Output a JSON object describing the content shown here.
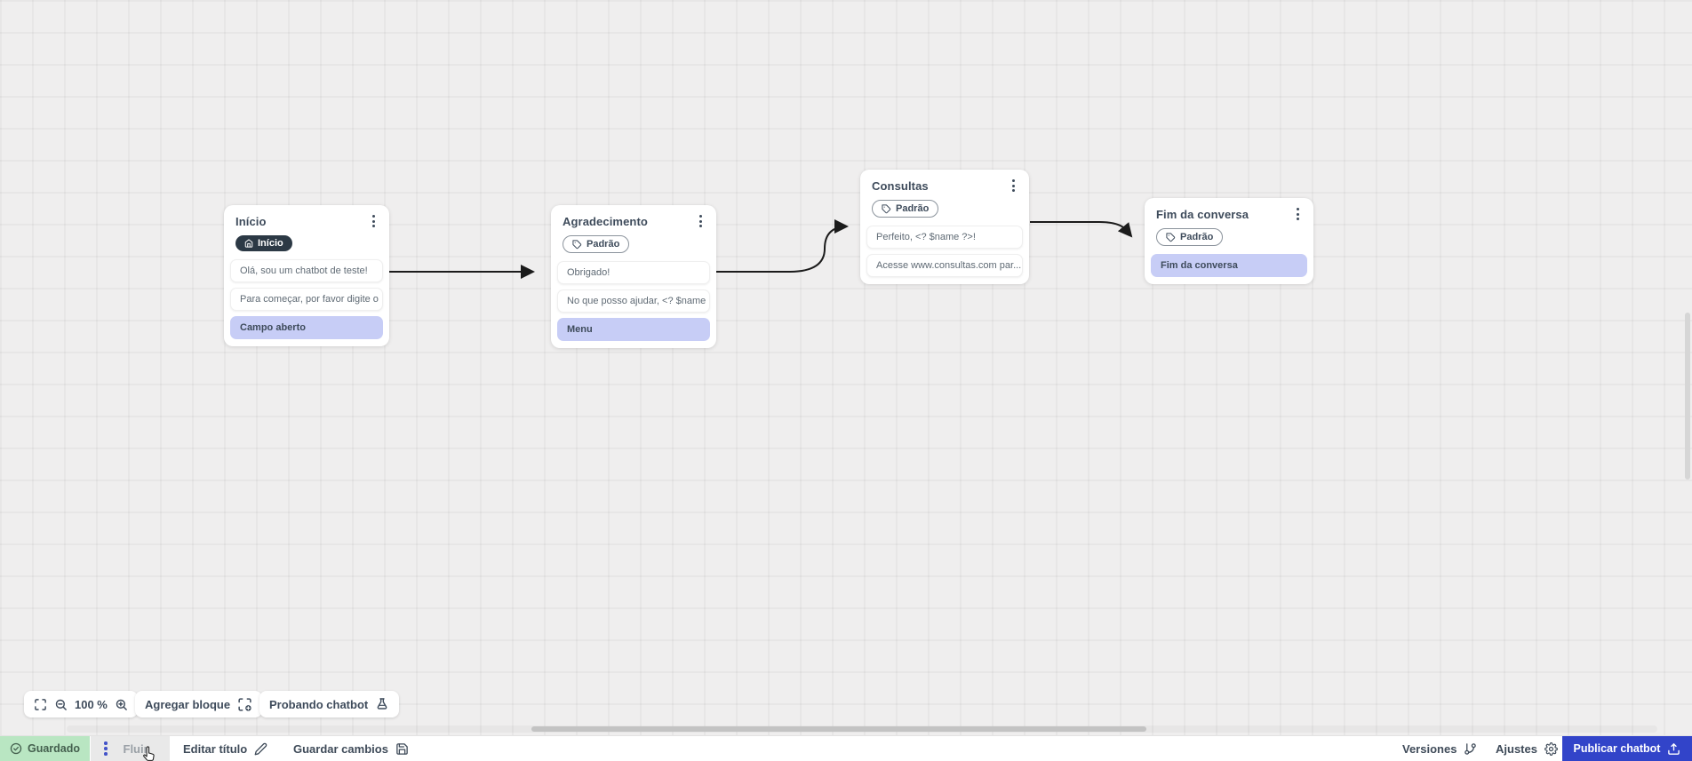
{
  "colors": {
    "accent_blue": "#3244c9",
    "saved_green_bg": "#b9e6c2",
    "saved_green_text": "#44604e",
    "highlight_lavender": "#c7cdf6",
    "badge_dark": "#2c3945",
    "arrow": "#1b1b1b"
  },
  "canvas": {
    "nodes": [
      {
        "title": "Início",
        "badge": "Início",
        "messages": [
          "Olá, sou um chatbot de teste!",
          "Para começar, por favor digite o ..."
        ],
        "action": "Campo aberto"
      },
      {
        "title": "Agradecimento",
        "badge": "Padrão",
        "messages": [
          "Obrigado!",
          "No que posso ajudar, <? $name ..."
        ],
        "action": "Menu"
      },
      {
        "title": "Consultas",
        "badge": "Padrão",
        "messages": [
          "Perfeito, <? $name ?>!",
          "Acesse www.consultas.com par..."
        ]
      },
      {
        "title": "Fim da conversa",
        "badge": "Padrão",
        "action": "Fim da conversa"
      }
    ]
  },
  "toolbar": {
    "zoom_value": "100 %",
    "add_block": "Agregar bloque",
    "test_chatbot": "Probando chatbot"
  },
  "footer": {
    "saved": "Guardado",
    "flow_tab": "Fluir",
    "edit_title": "Editar título",
    "save_changes": "Guardar cambios",
    "versions": "Versiones",
    "settings": "Ajustes",
    "publish": "Publicar chatbot"
  }
}
